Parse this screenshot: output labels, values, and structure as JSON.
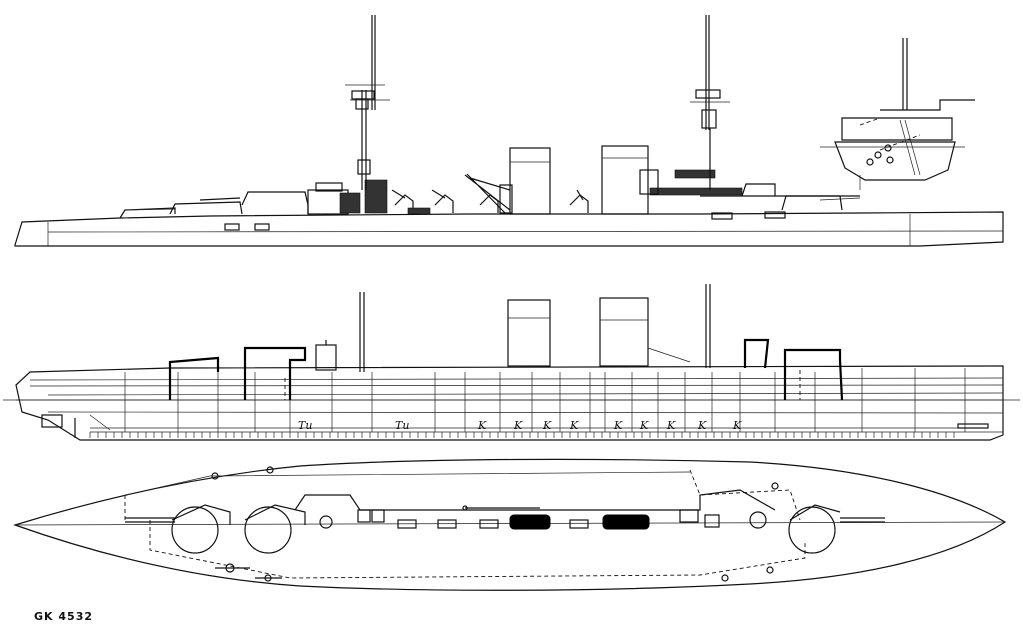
{
  "plate_code": "GK 4532",
  "section_labels": {
    "turbine": "Tu",
    "boiler": "K"
  },
  "views": [
    "profile",
    "inboard-profile",
    "deck-plan",
    "bow-detail"
  ]
}
